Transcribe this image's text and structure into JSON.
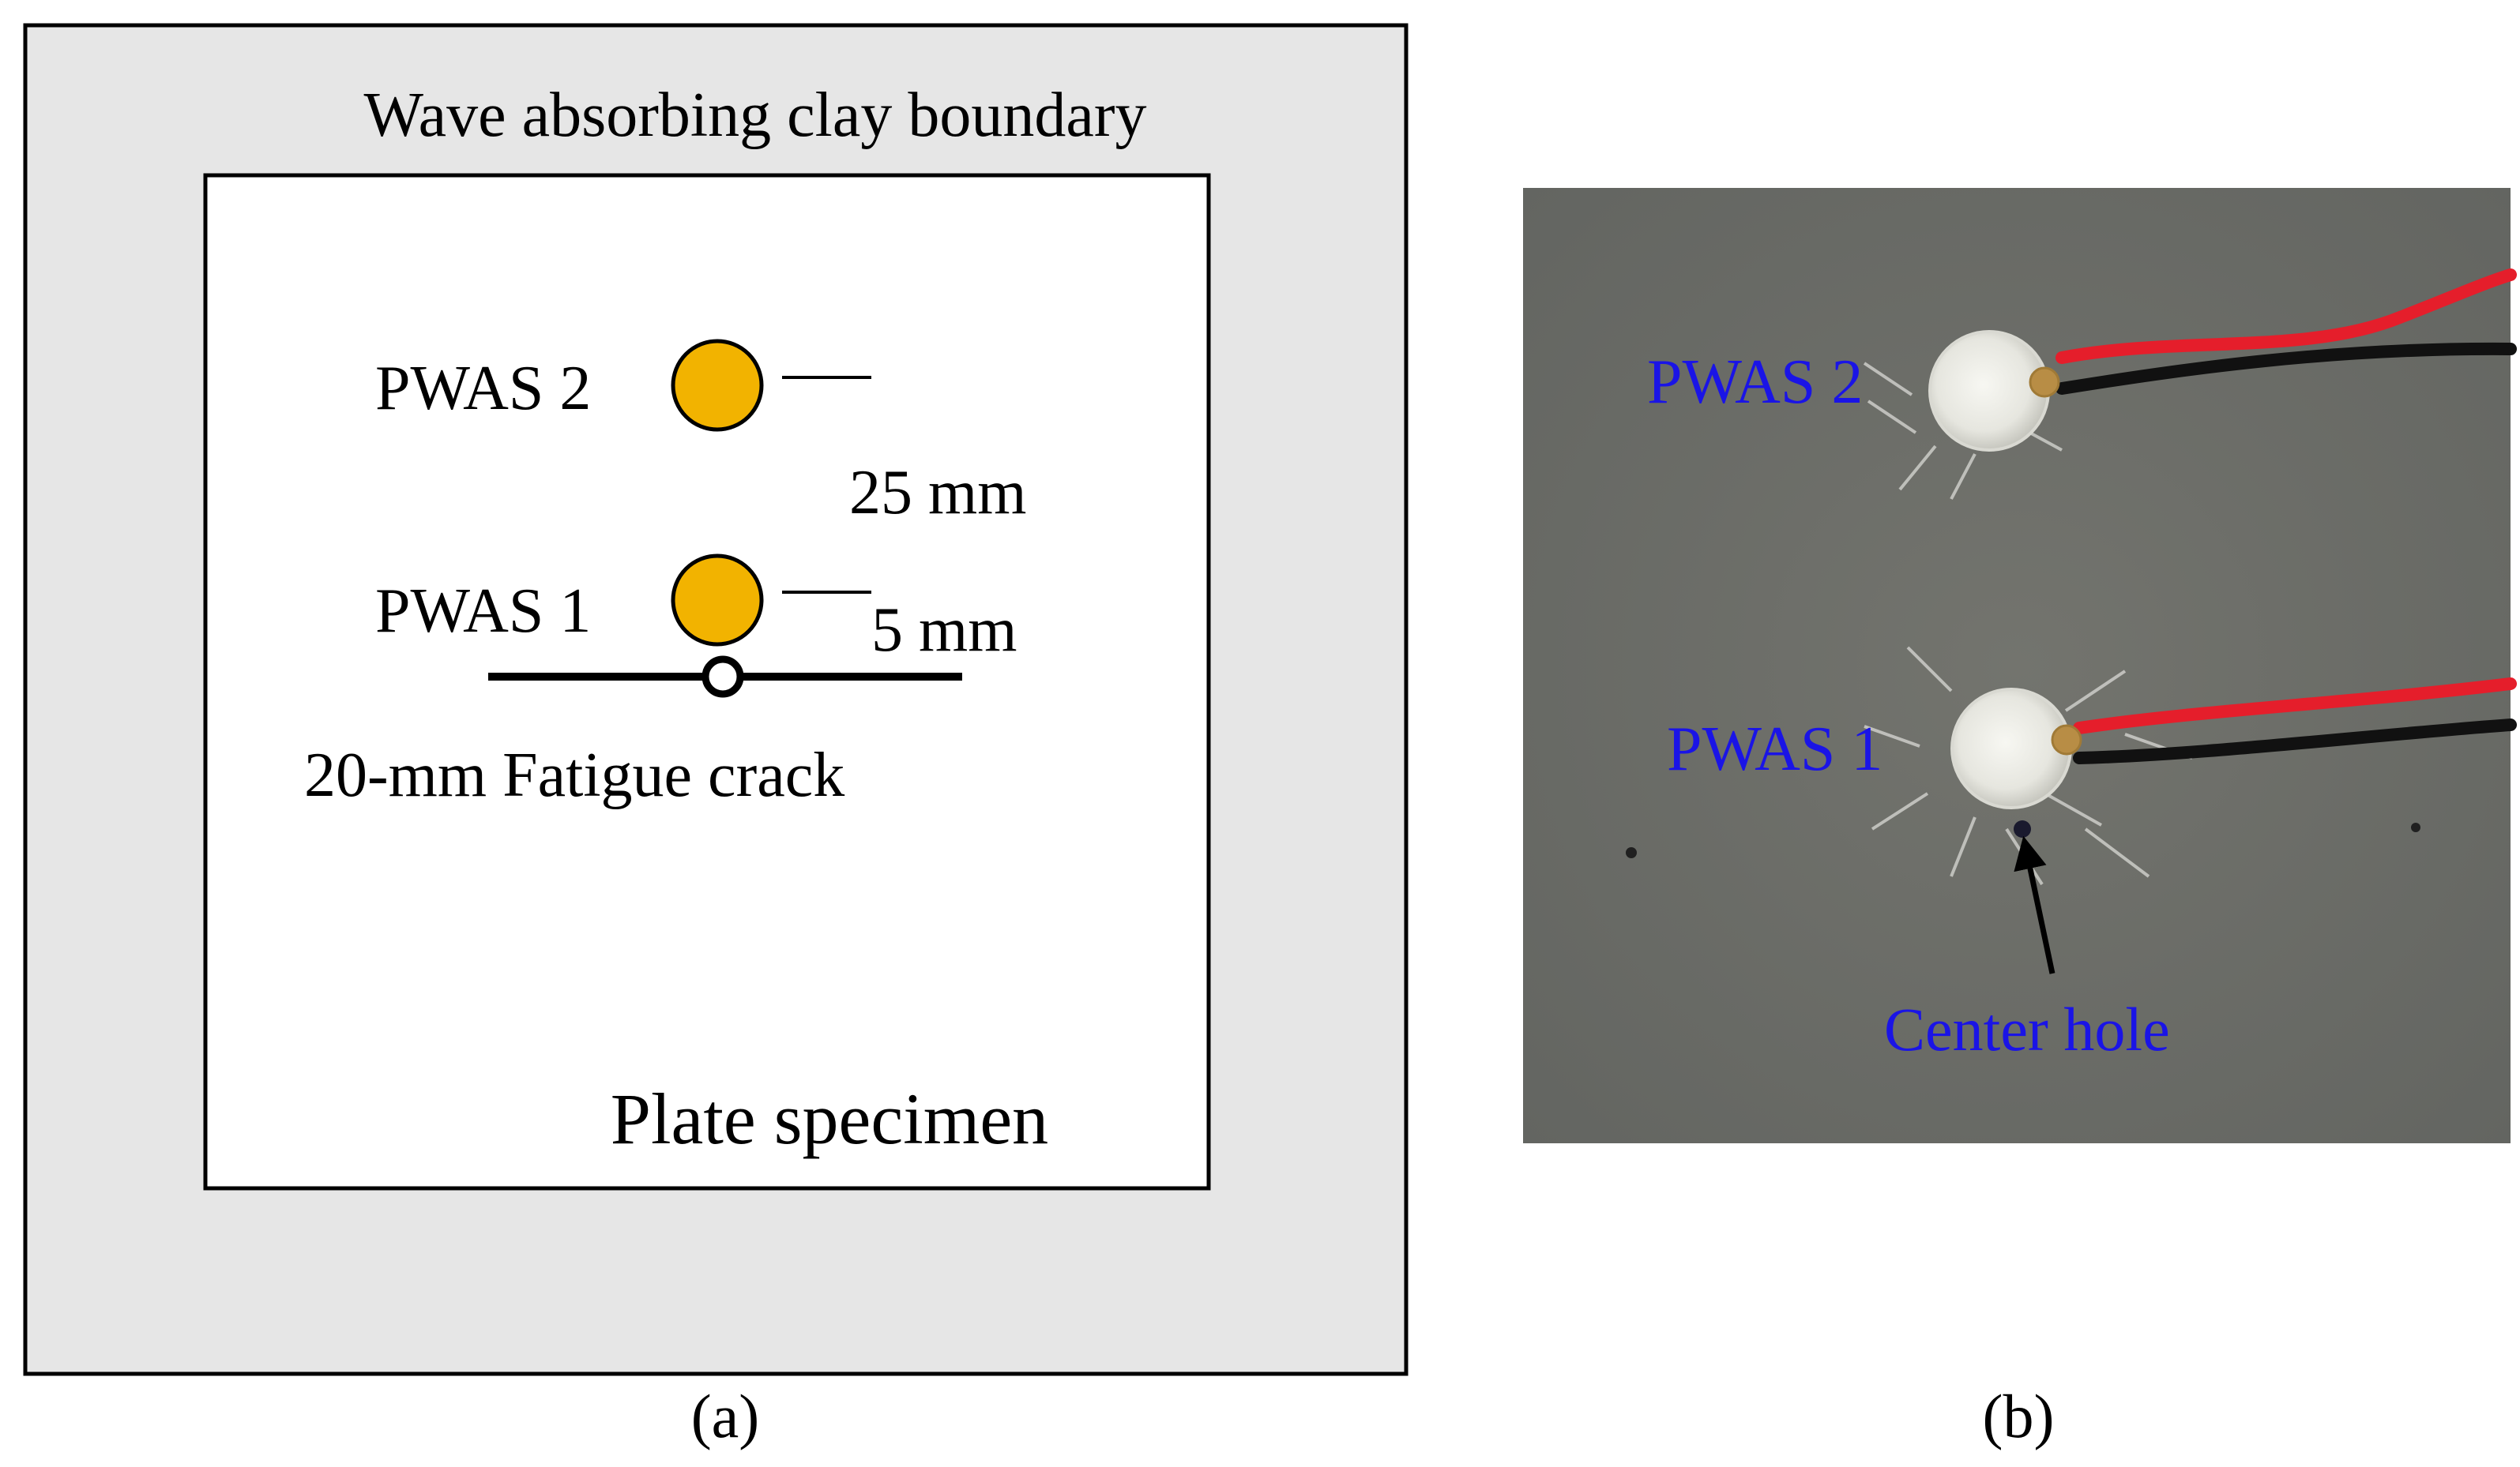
{
  "panel_a": {
    "boundary_label": "Wave absorbing clay boundary",
    "sensor_2_label": "PWAS 2",
    "sensor_1_label": "PWAS 1",
    "dimension_25": "25 mm",
    "dimension_5": "5 mm",
    "crack_label": "20-mm Fatigue crack",
    "plate_label": "Plate specimen",
    "caption": "(a)"
  },
  "panel_b": {
    "sensor_2_label": "PWAS 2",
    "sensor_1_label": "PWAS 1",
    "hole_label": "Center hole",
    "caption": "(b)"
  },
  "colors": {
    "clay_boundary": "#e6e6e6",
    "plate": "#ffffff",
    "pwas_fill": "#f2b300",
    "photo_background": "#6b6c67",
    "photo_label": "#1a14e6",
    "red_wire": "#e51e2b",
    "black_wire": "#111111"
  }
}
